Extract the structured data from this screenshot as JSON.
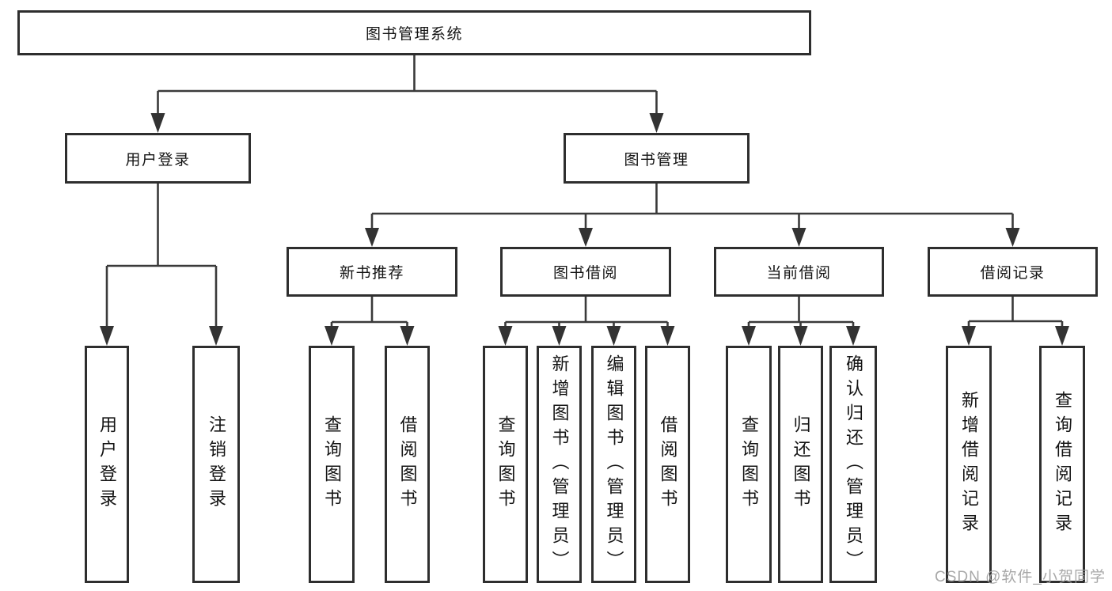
{
  "tree": {
    "label": "图书管理系统",
    "children": [
      {
        "label": "用户登录",
        "children": [
          {
            "label": "用户登录"
          },
          {
            "label": "注销登录"
          }
        ]
      },
      {
        "label": "图书管理",
        "children": [
          {
            "label": "新书推荐",
            "children": [
              {
                "label": "查询图书"
              },
              {
                "label": "借阅图书"
              }
            ]
          },
          {
            "label": "图书借阅",
            "children": [
              {
                "label": "查询图书"
              },
              {
                "label": "新增图书（管理员）"
              },
              {
                "label": "编辑图书（管理员）"
              },
              {
                "label": "借阅图书"
              }
            ]
          },
          {
            "label": "当前借阅",
            "children": [
              {
                "label": "查询图书"
              },
              {
                "label": "归还图书"
              },
              {
                "label": "确认归还（管理员）"
              }
            ]
          },
          {
            "label": "借阅记录",
            "children": [
              {
                "label": "新增借阅记录"
              },
              {
                "label": "查询借阅记录"
              }
            ]
          }
        ]
      }
    ]
  },
  "watermark": {
    "text": "CSDN @软件_小贺同学"
  },
  "colors": {
    "line": "#3a3a3a",
    "box_border": "#2e2e2e",
    "text": "#141414",
    "watermark": "#9e9e9e"
  }
}
